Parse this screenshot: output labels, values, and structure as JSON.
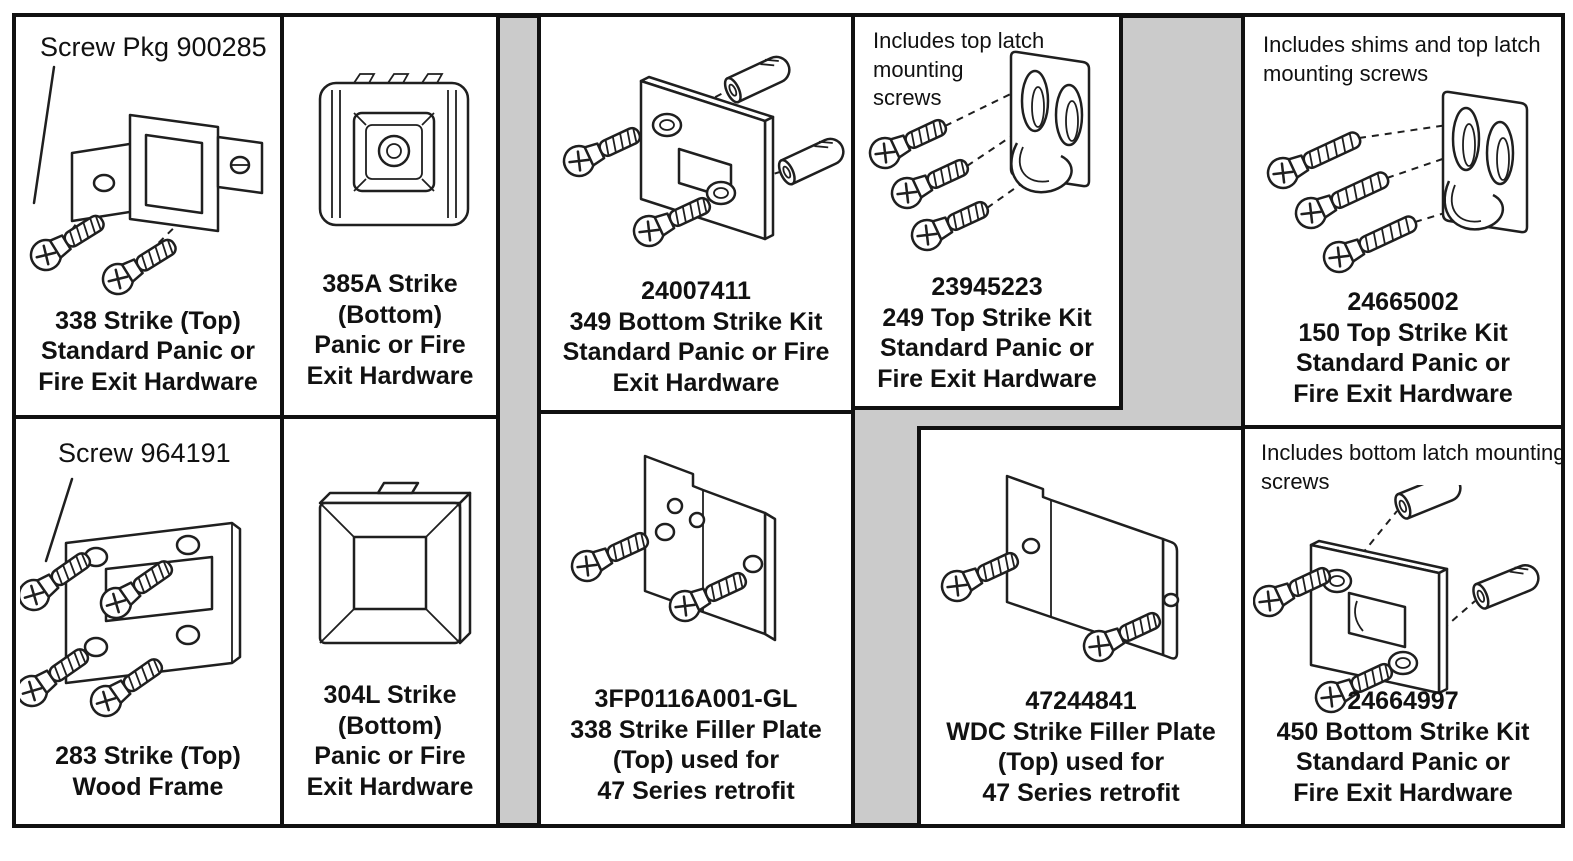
{
  "canvas": {
    "background": "#ffffff",
    "divider_band_color": "#cbcbcb",
    "border_color": "#111111",
    "text_color": "#111111"
  },
  "panels": [
    {
      "id": "338-strike-top",
      "annotation": "Screw Pkg 900285",
      "caption": "338 Strike (Top)\nStandard Panic or\nFire Exit Hardware",
      "illustration": "strike-bracket-with-two-screws"
    },
    {
      "id": "385a-strike-bottom",
      "caption": "385A Strike\n(Bottom)\nPanic or Fire\nExit Hardware",
      "illustration": "ribbed-square-strike-front-view"
    },
    {
      "id": "283-strike-top-wood",
      "annotation": "Screw 964191",
      "caption": "283 Strike (Top)\nWood Frame",
      "illustration": "flat-strike-plate-with-four-screws"
    },
    {
      "id": "304l-strike-bottom",
      "caption": "304L Strike\n(Bottom)\nPanic or Fire\nExit Hardware",
      "illustration": "square-bezel-strike"
    },
    {
      "id": "349-bottom-strike-kit",
      "caption": "24007411\n349 Bottom Strike Kit\nStandard Panic or Fire\nExit Hardware",
      "illustration": "strike-plate-with-two-screws-and-two-anchors"
    },
    {
      "id": "249-top-strike-kit",
      "annotation": "Includes top latch\nmounting\nscrews",
      "caption": "23945223\n249 Top Strike Kit\nStandard Panic or\nFire Exit Hardware",
      "illustration": "top-latch-bracket-with-three-screws"
    },
    {
      "id": "150-top-strike-kit",
      "annotation": "Includes shims and top latch\nmounting screws",
      "caption": "24665002\n150 Top Strike Kit\nStandard Panic or\nFire Exit Hardware",
      "illustration": "top-latch-bracket-with-three-long-screws"
    },
    {
      "id": "338-strike-filler-plate",
      "caption": "3FP0116A001-GL\n338 Strike Filler Plate\n(Top) used for\n47 Series retrofit",
      "illustration": "notched-filler-plate-with-two-screws"
    },
    {
      "id": "wdc-strike-filler-plate",
      "caption": "47244841\nWDC Strike Filler Plate\n(Top) used for\n47 Series retrofit",
      "illustration": "wide-notched-filler-plate-with-two-screws"
    },
    {
      "id": "450-bottom-strike-kit",
      "annotation": "Includes bottom latch mounting\nscrews",
      "caption": "24664997\n450 Bottom Strike Kit\nStandard Panic or\nFire Exit Hardware",
      "illustration": "bottom-strike-plate-with-two-screws-and-two-anchors"
    }
  ]
}
